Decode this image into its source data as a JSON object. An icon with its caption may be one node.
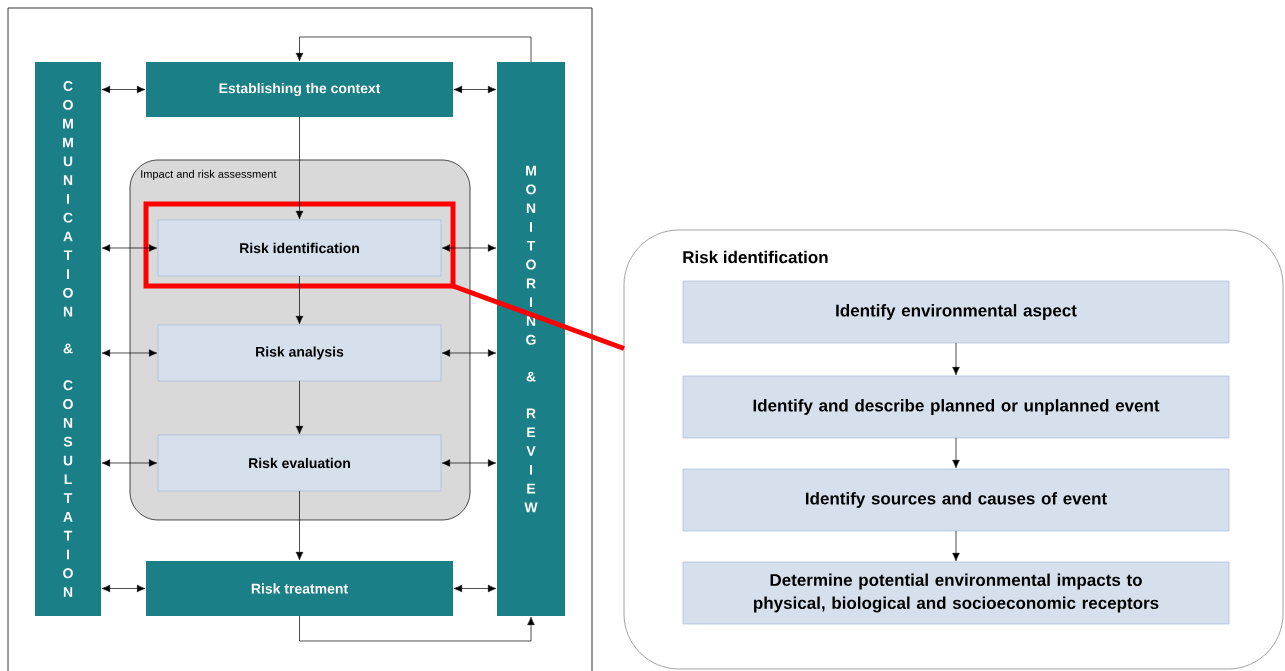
{
  "diagram": {
    "nodes": [
      {
        "text": [
          "COMMUNICATION & CONSULTATION"
        ]
      },
      {
        "text": [
          "Establishing the context"
        ]
      },
      {
        "text": [
          "MONITORING & REVIEW"
        ]
      },
      {
        "text": [
          "Impact and risk assessment"
        ]
      },
      {
        "text": [],
        "shape": "box",
        "in": 3
      },
      {
        "text": [
          "Risk identification"
        ],
        "in": 4
      },
      {
        "text": [
          "Risk analysis"
        ],
        "in": 3
      },
      {
        "text": [
          "Risk evaluation"
        ],
        "in": 3
      },
      {
        "text": [
          "Risk treatment"
        ]
      },
      {
        "text": [
          "Risk identification"
        ]
      },
      {
        "text": [
          "Identify environmental aspect"
        ],
        "in": 9
      },
      {
        "text": [
          "Identify and describe planned or unplanned event"
        ],
        "in": 9
      },
      {
        "text": [
          "Identify sources and causes of event"
        ],
        "in": 9
      },
      {
        "text": [
          "Determine potential environmental impacts to physical, biological and socioeconomic receptors"
        ],
        "in": 9
      }
    ],
    "edges": [
      {
        "from": 0,
        "to": 1,
        "arrow": "both"
      },
      {
        "from": 0,
        "to": 5,
        "arrow": "both"
      },
      {
        "from": 0,
        "to": 6,
        "arrow": "both"
      },
      {
        "from": 0,
        "to": 7,
        "arrow": "both"
      },
      {
        "from": 0,
        "to": 8,
        "arrow": "both"
      },
      {
        "from": 1,
        "to": 2,
        "arrow": "both"
      },
      {
        "from": 5,
        "to": 2,
        "arrow": "both"
      },
      {
        "from": 6,
        "to": 2,
        "arrow": "both"
      },
      {
        "from": 7,
        "to": 2,
        "arrow": "both"
      },
      {
        "from": 8,
        "to": 2,
        "arrow": "both"
      },
      {
        "from": 2,
        "to": 1,
        "arrow": "to"
      },
      {
        "from": 1,
        "to": 5,
        "arrow": "to"
      },
      {
        "from": 5,
        "to": 6,
        "arrow": "to"
      },
      {
        "from": 6,
        "to": 7,
        "arrow": "to"
      },
      {
        "from": 7,
        "to": 8,
        "arrow": "to"
      },
      {
        "from": 8,
        "to": 2,
        "arrow": "to"
      },
      {
        "from": 10,
        "to": 11,
        "arrow": "to"
      },
      {
        "from": 11,
        "to": 12,
        "arrow": "to"
      },
      {
        "from": 12,
        "to": 13,
        "arrow": "to"
      },
      {
        "from": 4,
        "to": 9,
        "arrow": "none",
        "style": "thick",
        "color": "#ff0000"
      }
    ]
  }
}
